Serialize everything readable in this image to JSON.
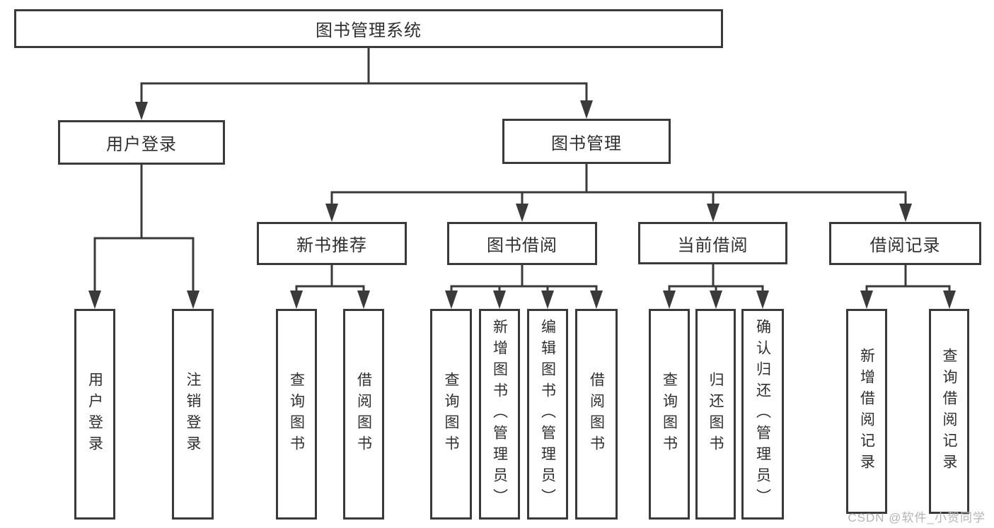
{
  "diagram_title": "图书管理系统",
  "nodes": {
    "root": {
      "label": "图书管理系统"
    },
    "user_login": {
      "label": "用户登录"
    },
    "book_management": {
      "label": "图书管理"
    },
    "new_book_recommend": {
      "label": "新书推荐"
    },
    "book_borrowing": {
      "label": "图书借阅"
    },
    "current_borrowing": {
      "label": "当前借阅"
    },
    "borrowing_records": {
      "label": "借阅记录"
    },
    "user_login_leaf": {
      "label": "用户登录"
    },
    "logout_leaf": {
      "label": "注销登录"
    },
    "query_books_recommend": {
      "label": "查询图书"
    },
    "borrow_books_recommend": {
      "label": "借阅图书"
    },
    "query_books_borrowing": {
      "label": "查询图书"
    },
    "add_books_admin": {
      "label": "新增图书（管理员）"
    },
    "edit_books_admin": {
      "label": "编辑图书（管理员）"
    },
    "borrow_books_borrowing": {
      "label": "借阅图书"
    },
    "query_books_current": {
      "label": "查询图书"
    },
    "return_books": {
      "label": "归还图书"
    },
    "confirm_return_admin": {
      "label": "确认归还（管理员）"
    },
    "add_borrow_record": {
      "label": "新增借阅记录"
    },
    "query_borrow_record": {
      "label": "查询借阅记录"
    }
  },
  "structure": {
    "root": [
      "user_login",
      "book_management"
    ],
    "user_login": [
      "user_login_leaf",
      "logout_leaf"
    ],
    "book_management": [
      "new_book_recommend",
      "book_borrowing",
      "current_borrowing",
      "borrowing_records"
    ],
    "new_book_recommend": [
      "query_books_recommend",
      "borrow_books_recommend"
    ],
    "book_borrowing": [
      "query_books_borrowing",
      "add_books_admin",
      "edit_books_admin",
      "borrow_books_borrowing"
    ],
    "current_borrowing": [
      "query_books_current",
      "return_books",
      "confirm_return_admin"
    ],
    "borrowing_records": [
      "add_borrow_record",
      "query_borrow_record"
    ]
  },
  "watermark": "CSDN @软件_小贺同学",
  "colors": {
    "line": "#3a3a3a",
    "text": "#2f2f2f",
    "background": "#ffffff",
    "watermark": "#b4b4b4"
  }
}
